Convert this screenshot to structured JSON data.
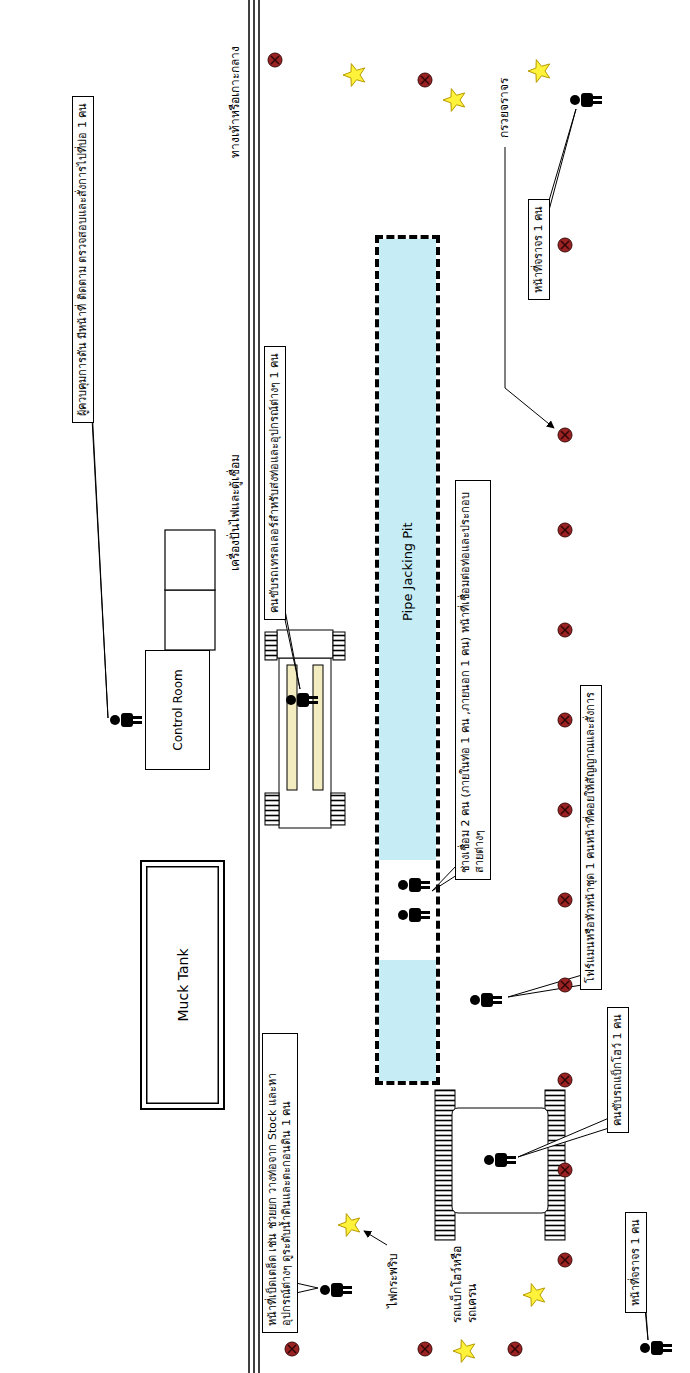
{
  "diagram": {
    "nodes": [
      {
        "text": [
          "ผู้ควบคุมการดัน มีหน้าที่ ติดตาม ตรวจสอบและสั่งการไปที่บ่อ 1 คน"
        ]
      },
      {
        "text": [
          "Control Room"
        ]
      },
      {
        "text": [
          "Muck Tank"
        ]
      },
      {
        "text": [
          "คนขับรถเทรลเลอร์สำหรับส่งท่อและอุปกรณ์ต่างๆ 1 คน"
        ]
      },
      {
        "text": [
          "Pipe Jacking Pit"
        ]
      },
      {
        "text": [
          "ช่างเชื่อม 2 คน (ภายในท่อ 1 คน ,ภายนอก 1 คน) หน้าที่เชื่อมต่อท่อและประกอบสายต่างๆ"
        ]
      },
      {
        "text": [
          "โฟร์แมนหรือหัวหน้าชุด 1 คนหน้าที่คอยให้สัญญาณและสั่งการ"
        ]
      },
      {
        "text": [
          "หน้าที่เบ็ดเตล็ด เช่น ช่วยยก วางท่อจาก Stock และหา อุปกรณ์ต่างๆ ดูระดับน้ำดินและตะกอนดิน 1 คน"
        ]
      },
      {
        "text": [
          "คนขับรถแบ็กโฮว์ 1 คน"
        ]
      },
      {
        "text": [
          "หน้าที่จราจร 1 คน"
        ]
      },
      {
        "text": [
          "หน้าที่จราจร 1 คน"
        ]
      }
    ],
    "labels": [
      "ทางเท้าหรือเกาะกลาง",
      "เครื่องปั่นไฟและตู้เชื่อม",
      "กรวยจราจร",
      "ไฟกระพริบ",
      "รถแบ็กโฮว์หรือ รถเครน"
    ]
  }
}
